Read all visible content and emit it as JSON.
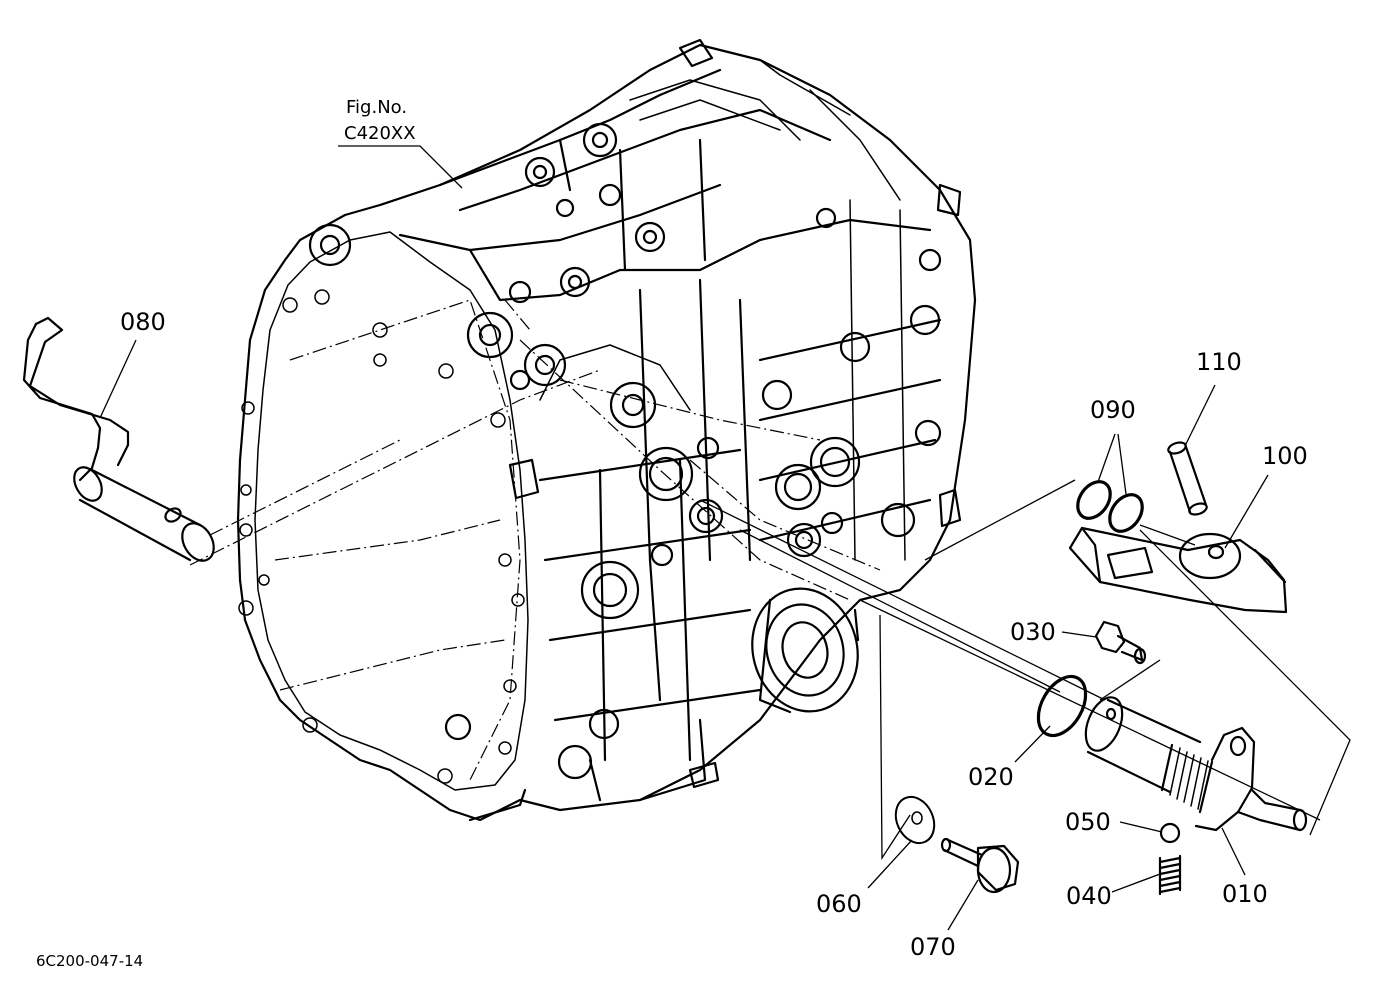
{
  "figure_ref": {
    "line1": "Fig.No.",
    "line2": "C420XX"
  },
  "diagram_code": "6C200-047-14",
  "callouts": {
    "p010": "010",
    "p020": "020",
    "p030": "030",
    "p040": "040",
    "p050": "050",
    "p060": "060",
    "p070": "070",
    "p080": "080",
    "p090": "090",
    "p100": "100",
    "p110": "110"
  }
}
